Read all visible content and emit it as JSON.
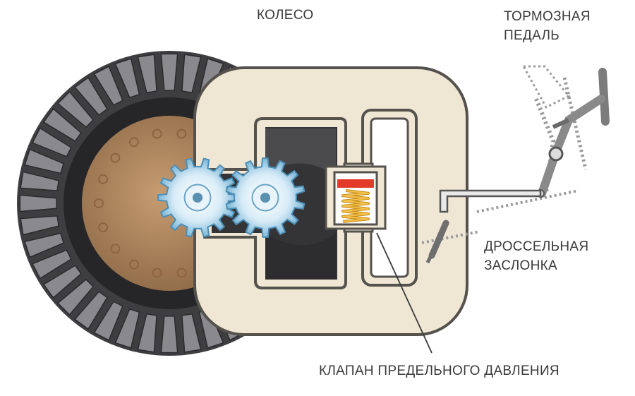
{
  "labels": {
    "wheel": "КОЛЕСО",
    "brake_pedal": [
      "ТОРМОЗНАЯ",
      "ПЕДАЛЬ"
    ],
    "throttle": [
      "ДРОССЕЛЬНАЯ",
      "ЗАСЛОНКА"
    ],
    "relief_valve": "КЛАПАН ПРЕДЕЛЬНОГО ДАВЛЕНИЯ"
  },
  "colors": {
    "tire": "#4a4a4d",
    "tire_dark": "#1e1e20",
    "rim": "#b48a62",
    "housing": "#efe6d4",
    "housing_outline": "#55524d",
    "gear": "#c9e3f2",
    "spring": "#f0b030",
    "valve_cap": "#e33a2a",
    "pedal": "#8a8a8a"
  },
  "icons": [
    "gear-icon",
    "spring-icon",
    "brake-pedal-icon",
    "throttle-valve-icon"
  ]
}
